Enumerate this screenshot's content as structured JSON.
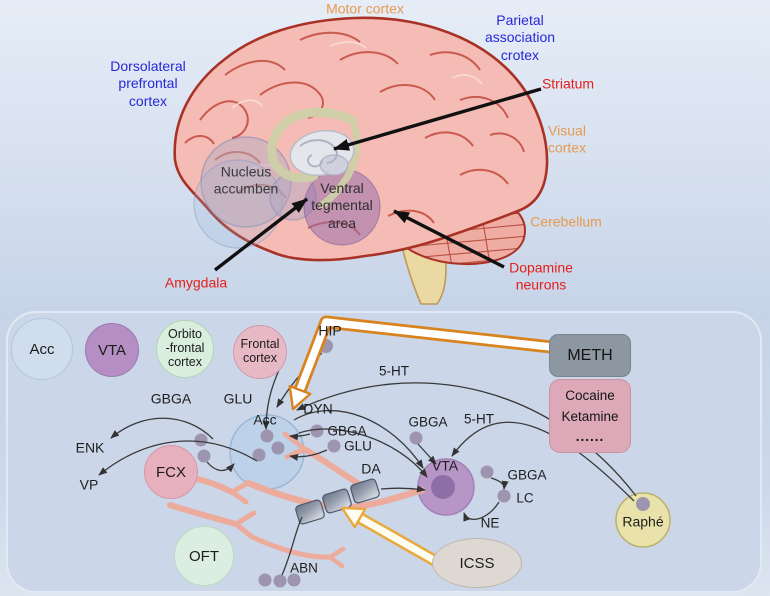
{
  "colors": {
    "background_top": "#e6edf7",
    "background_bottom": "#c7d4e8",
    "panel_fill": "#cbd6e8",
    "panel_border": "#e2e9f4",
    "label_blue": "#2727d8",
    "label_red": "#e3201b",
    "label_orange": "#e79a4f",
    "label_black": "#1e1e1e",
    "brain_fill": "#f5bcb6",
    "brain_outline": "#a93226",
    "cerebellum_fill": "#eeaca2",
    "brainstem_fill": "#ead9a2",
    "acc_circle": "#b0cde9",
    "vta_circle": "#b795c7",
    "ofc_circle": "#daeede",
    "frontal_circle": "#e7b9c6",
    "raphe_circle": "#e9e2ab",
    "icss_fill": "#ddd8d1",
    "meth_fill": "#8d97a1",
    "drug_box_fill": "#dda9b8",
    "axon_pink": "#ecab9b",
    "terminal_dot": "#9d94b0",
    "orange_arrow": "#d9831f",
    "line_color": "#3a3a3a"
  },
  "brain": {
    "motor_cortex": "Motor cortex",
    "parietal_l1": "Parietal",
    "parietal_l2": "association",
    "parietal_l3": "crotex",
    "dlpfc_l1": "Dorsolateral",
    "dlpfc_l2": "prefrontal",
    "dlpfc_l3": "cortex",
    "striatum": "Striatum",
    "visual_l1": "Visual",
    "visual_l2": "cortex",
    "cerebellum": "Cerebellum",
    "nacc_l1": "Nucleus",
    "nacc_l2": "accumben",
    "vta_l1": "Ventral",
    "vta_l2": "tegmental",
    "vta_l3": "area",
    "amygdala": "Amygdala",
    "dopamine_l1": "Dopamine",
    "dopamine_l2": "neurons"
  },
  "circuit": {
    "legend_acc": "Acc",
    "legend_vta": "VTA",
    "legend_ofc_l1": "Orbito",
    "legend_ofc_l2": "-frontal",
    "legend_ofc_l3": "cortex",
    "legend_fc_l1": "Frontal",
    "legend_fc_l2": "cortex",
    "hip": "HIP",
    "meth": "METH",
    "cocaine": "Cocaine",
    "ketamine": "Ketamine",
    "ellipsis": "......",
    "gbga_left": "GBGA",
    "glu_left": "GLU",
    "enk": "ENK",
    "vp": "VP",
    "acc": "Acc",
    "dyn": "DYN",
    "gbga_mid": "GBGA",
    "glu_mid": "GLU",
    "da": "DA",
    "ht5_top": "5-HT",
    "ht5_mid": "5-HT",
    "gbga_vta": "GBGA",
    "vta": "VTA",
    "gbga_lc": "GBGA",
    "lc": "LC",
    "ne": "NE",
    "raphe": "Raphé",
    "icss": "ICSS",
    "fcx": "FCX",
    "oft": "OFT",
    "abn": "ABN"
  }
}
